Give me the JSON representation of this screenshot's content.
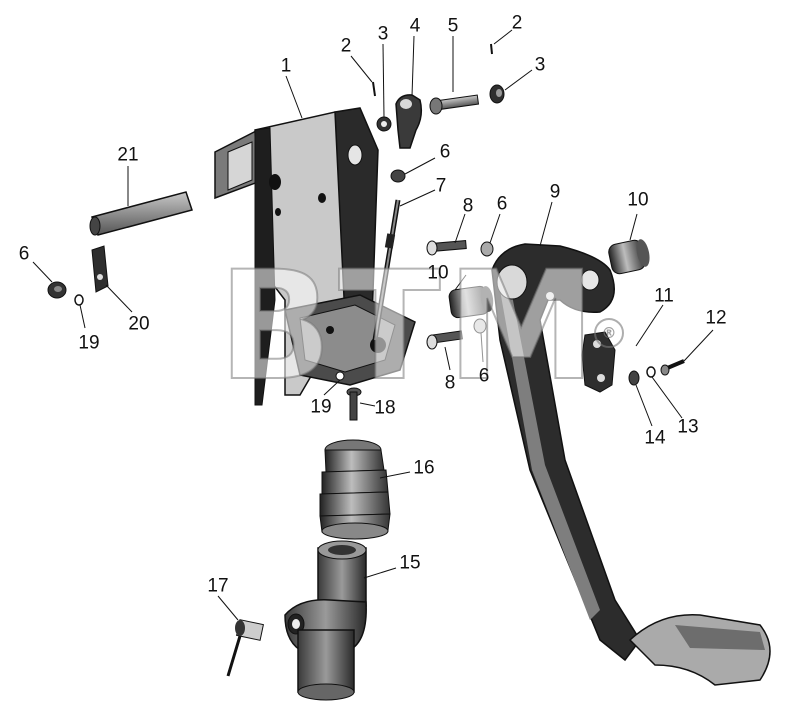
{
  "watermark": {
    "text": "ВТМ",
    "registered_mark": "®"
  },
  "labels": [
    {
      "id": "1",
      "text": "1"
    },
    {
      "id": "2a",
      "text": "2"
    },
    {
      "id": "2b",
      "text": "2"
    },
    {
      "id": "3a",
      "text": "3"
    },
    {
      "id": "3b",
      "text": "3"
    },
    {
      "id": "4",
      "text": "4"
    },
    {
      "id": "5",
      "text": "5"
    },
    {
      "id": "6a",
      "text": "6"
    },
    {
      "id": "6b",
      "text": "6"
    },
    {
      "id": "6c",
      "text": "6"
    },
    {
      "id": "6d",
      "text": "6"
    },
    {
      "id": "7",
      "text": "7"
    },
    {
      "id": "8a",
      "text": "8"
    },
    {
      "id": "8b",
      "text": "8"
    },
    {
      "id": "9",
      "text": "9"
    },
    {
      "id": "10a",
      "text": "10"
    },
    {
      "id": "10b",
      "text": "10"
    },
    {
      "id": "11",
      "text": "11"
    },
    {
      "id": "12",
      "text": "12"
    },
    {
      "id": "13",
      "text": "13"
    },
    {
      "id": "14",
      "text": "14"
    },
    {
      "id": "15",
      "text": "15"
    },
    {
      "id": "16",
      "text": "16"
    },
    {
      "id": "17",
      "text": "17"
    },
    {
      "id": "18",
      "text": "18"
    },
    {
      "id": "19a",
      "text": "19"
    },
    {
      "id": "19b",
      "text": "19"
    },
    {
      "id": "20",
      "text": "20"
    },
    {
      "id": "21",
      "text": "21"
    }
  ]
}
